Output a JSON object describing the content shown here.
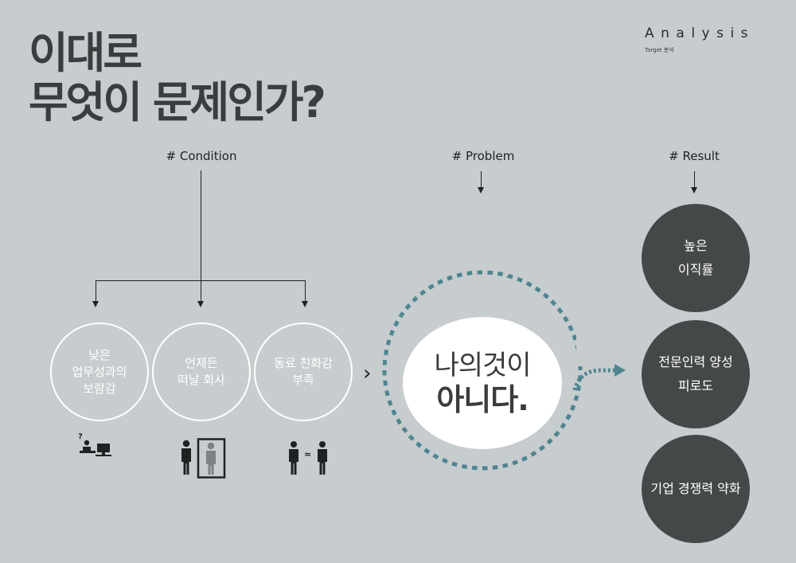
{
  "title": {
    "line1": "이대로",
    "line2": "무엇이 문제인가?"
  },
  "brand": {
    "name": "Analysis",
    "sub": "Target 분석"
  },
  "headers": {
    "condition": "# Condition",
    "problem": "# Problem",
    "result": "# Result"
  },
  "conditions": [
    {
      "line1": "낮은",
      "line2": "업무성과의",
      "line3": "보람감"
    },
    {
      "line1": "언제든",
      "line2": "떠날 회사"
    },
    {
      "line1": "동료 친화감",
      "line2": "부족"
    }
  ],
  "question_mark": "?",
  "approx_sign": "≈",
  "chevron": "›",
  "problem": {
    "line1": "나의것이",
    "line2": "아니다."
  },
  "results": [
    {
      "line1": "높은",
      "line2": "이직률"
    },
    {
      "line1": "전문인력 양성",
      "line2": "피로도"
    },
    {
      "line1": "기업 경쟁력 약화"
    }
  ],
  "colors": {
    "background": "#c7ccce",
    "dark": "#454849",
    "teal": "#4e8590",
    "white": "#ffffff"
  }
}
